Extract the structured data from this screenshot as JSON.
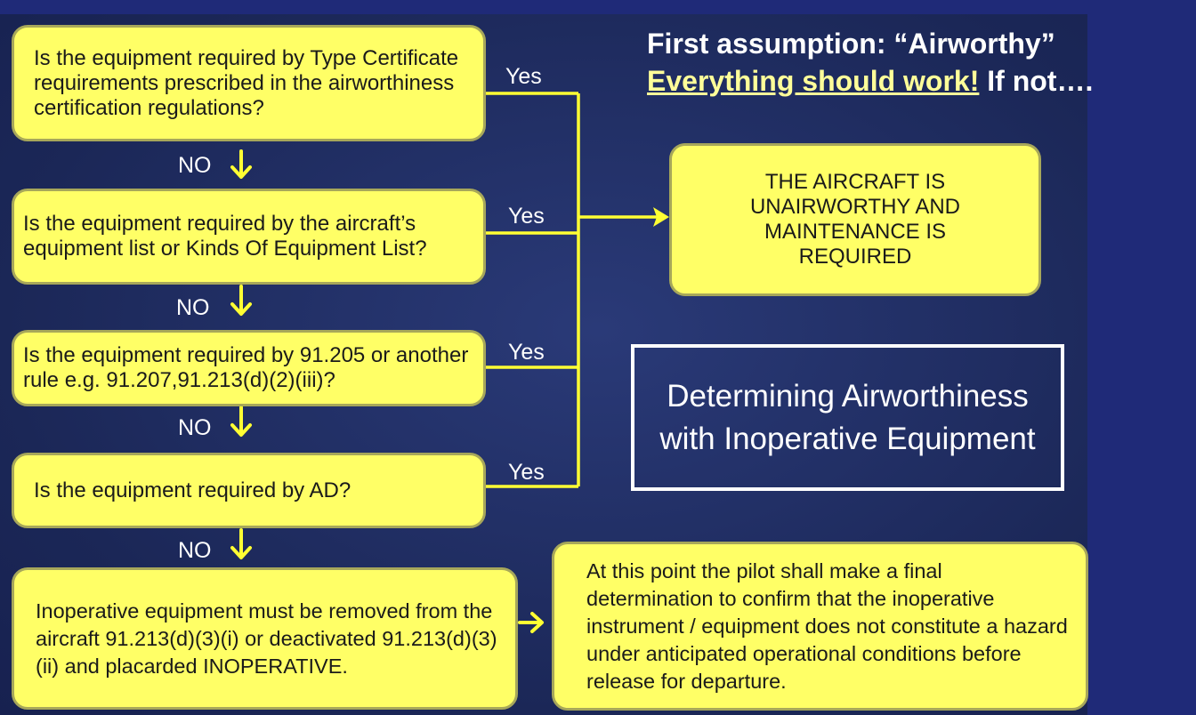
{
  "header": {
    "line1": "First assumption: “Airworthy”",
    "line2_emphasis": "Everything should work!",
    "line2_rest": " If not…."
  },
  "questions": [
    {
      "text": "Is the equipment required by Type Certificate requirements prescribed in the airworthiness certification regulations?",
      "yes": "Yes",
      "no": "NO"
    },
    {
      "text": "Is the equipment required by the aircraft’s equipment list or Kinds Of Equipment List?",
      "yes": "Yes",
      "no": "NO"
    },
    {
      "text": "Is the equipment required by 91.205 or another rule e.g. 91.207,91.213(d)(2)(iii)?",
      "yes": "Yes",
      "no": "NO"
    },
    {
      "text": "Is the equipment required by AD?",
      "yes": "Yes",
      "no": "NO"
    }
  ],
  "result_yes": "THE AIRCRAFT IS UNAIRWORTHY AND MAINTENANCE IS REQUIRED",
  "title": "Determining Airworthiness with Inoperative Equipment",
  "inoperative_action": "Inoperative equipment must be removed from the aircraft 91.213(d)(3)(i) or deactivated 91.213(d)(3)(ii) and placarded INOPERATIVE.",
  "final_determination": "At this point the pilot shall make a final determination to confirm that the inoperative instrument / equipment does not constitute a hazard under anticipated operational conditions before release for departure.",
  "colors": {
    "box_fill": "#ffff66",
    "connector": "#ffff33",
    "background": "#1b2757"
  }
}
